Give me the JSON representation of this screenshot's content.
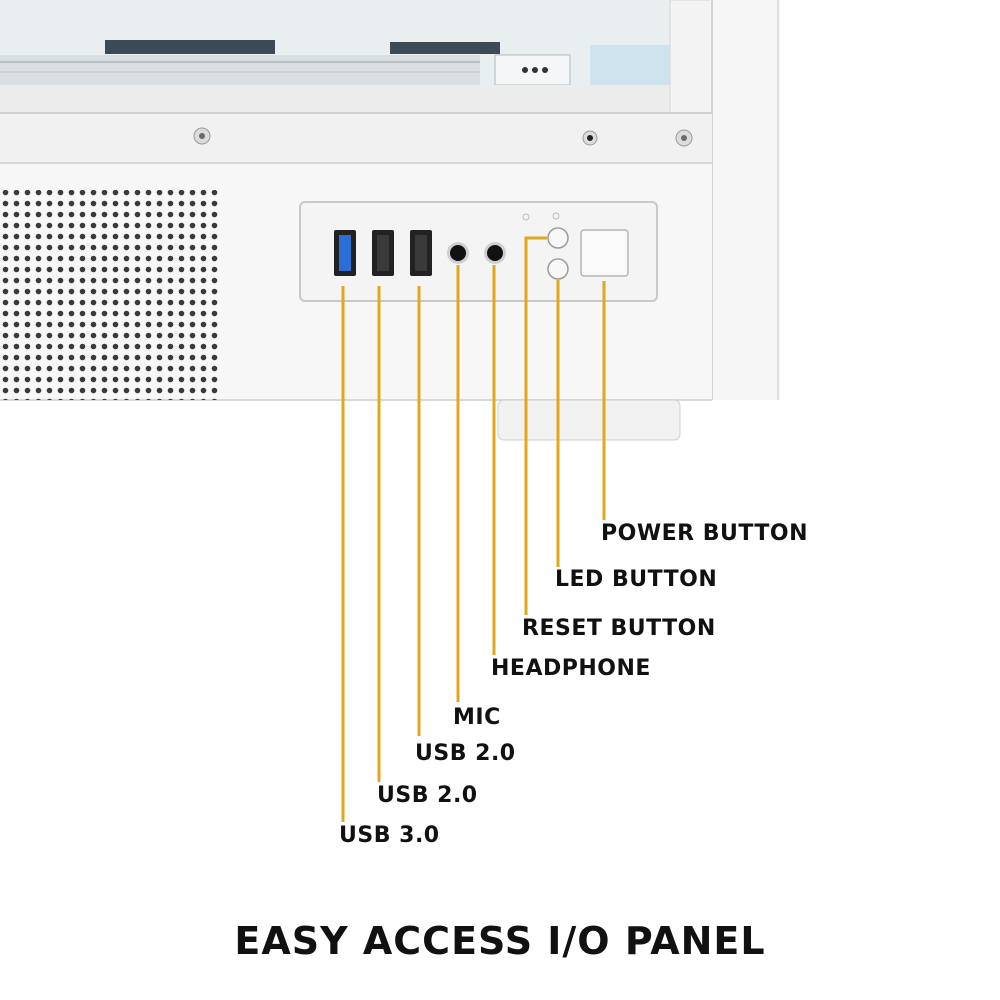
{
  "title": "EASY ACCESS I/O PANEL",
  "callout_color": "#E0A81C",
  "callouts": {
    "power": "POWER BUTTON",
    "led": "LED BUTTON",
    "reset": "RESET BUTTON",
    "headphone": "HEADPHONE",
    "mic": "MIC",
    "usb2_b": "USB 2.0",
    "usb2_a": "USB 2.0",
    "usb3": "USB 3.0"
  }
}
